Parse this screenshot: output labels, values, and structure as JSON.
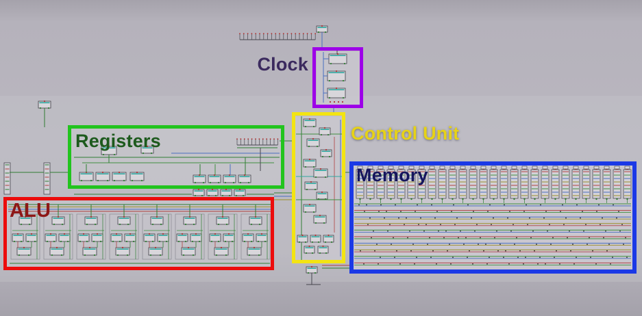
{
  "regions": {
    "clock": {
      "label": "Clock",
      "box_color": "#9d00e8",
      "label_color": "#3b2a5e"
    },
    "registers": {
      "label": "Registers",
      "box_color": "#22c41e",
      "label_color": "#1d5a1d"
    },
    "control_unit": {
      "label": "Control Unit",
      "box_color": "#f3e412",
      "label_color": "#e6d217"
    },
    "alu": {
      "label": "ALU",
      "box_color": "#ec0c0c",
      "label_color": "#8e1717"
    },
    "memory": {
      "label": "Memory",
      "box_color": "#1b39e6",
      "label_color": "#16165e"
    }
  }
}
